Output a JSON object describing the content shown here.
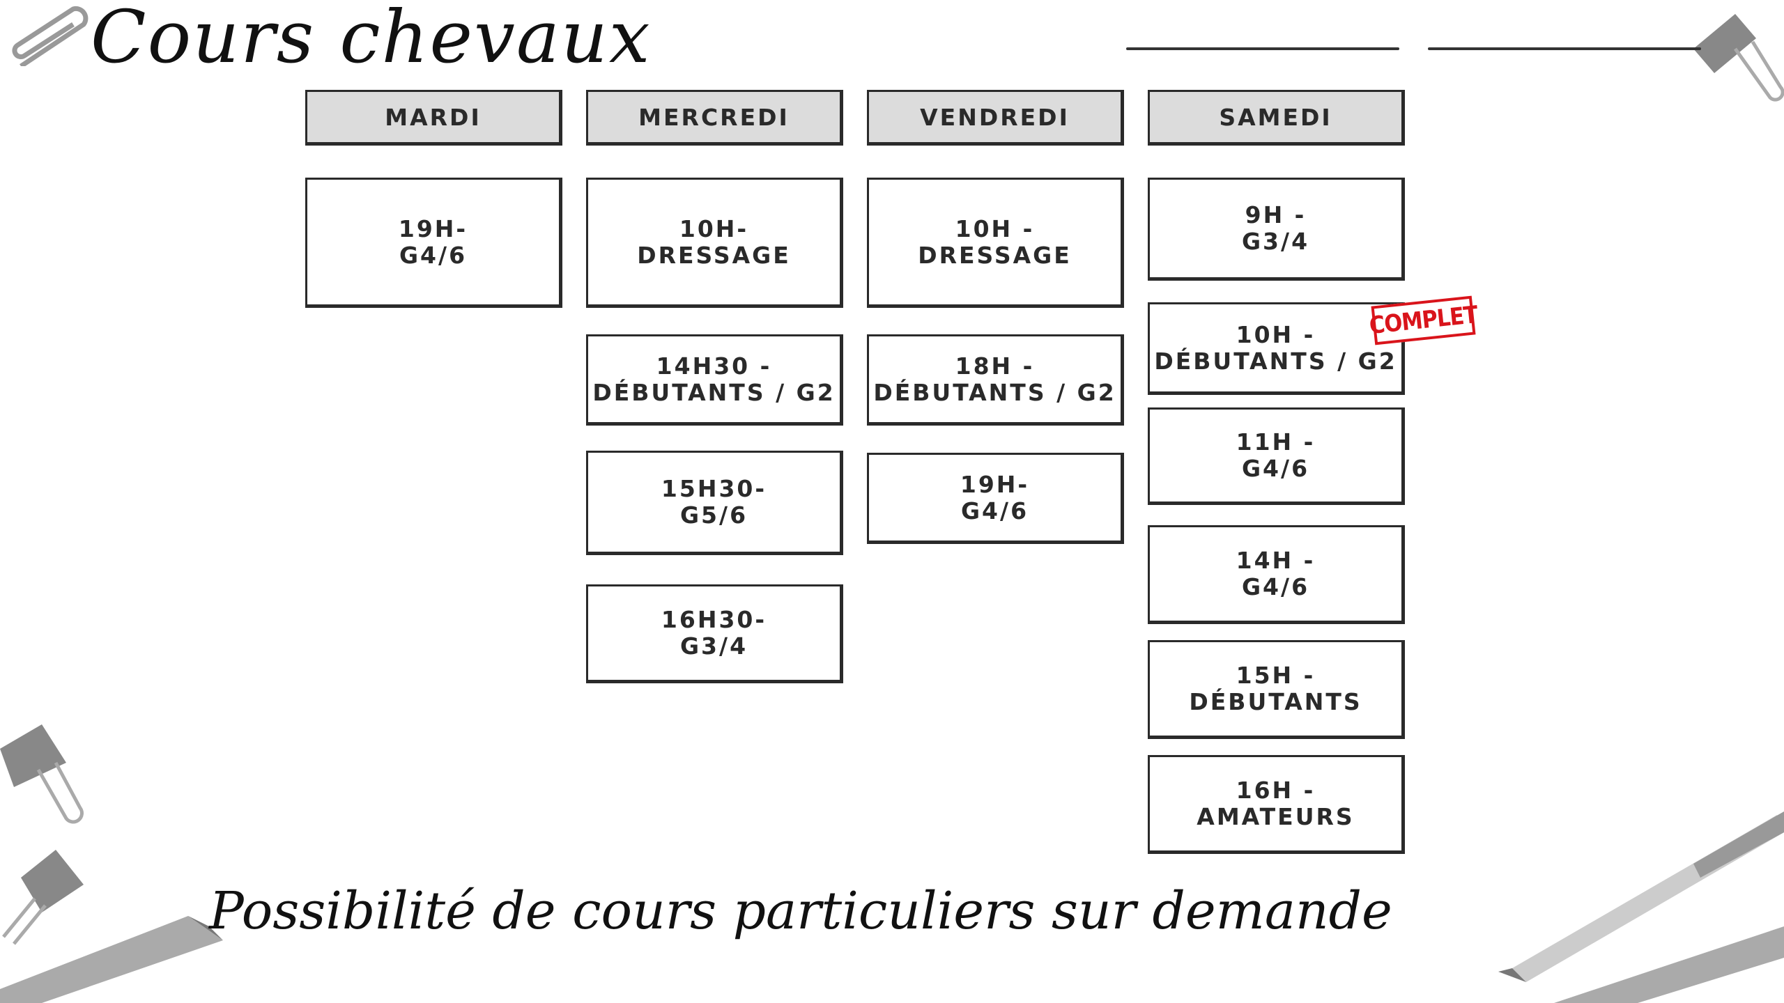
{
  "title": "Cours chevaux",
  "footer": "Possibilité de cours particuliers sur demande",
  "days": [
    {
      "name": "MARDI",
      "slots": [
        [
          "19H-",
          "G4/6"
        ]
      ]
    },
    {
      "name": "MERCREDI",
      "slots": [
        [
          "10H-",
          "DRESSAGE"
        ],
        [
          "14H30 -",
          "DÉBUTANTS / G2"
        ],
        [
          "15H30-",
          "G5/6"
        ],
        [
          "16H30-",
          "G3/4"
        ]
      ]
    },
    {
      "name": "VENDREDI",
      "slots": [
        [
          "10H -",
          "DRESSAGE"
        ],
        [
          "18H -",
          "DÉBUTANTS / G2"
        ],
        [
          "19H-",
          "G4/6"
        ]
      ]
    },
    {
      "name": "SAMEDI",
      "slots": [
        [
          "9H -",
          "G3/4"
        ],
        [
          "10H -",
          "DÉBUTANTS / G2"
        ],
        [
          "11H -",
          "G4/6"
        ],
        [
          "14H -",
          "G4/6"
        ],
        [
          "15H -",
          "DÉBUTANTS"
        ],
        [
          "16H -",
          "AMATEURS"
        ]
      ]
    }
  ],
  "stamp": "COMPLET",
  "colors": {
    "stamp": "#d9141b",
    "header_bg": "#dcdcdc"
  }
}
